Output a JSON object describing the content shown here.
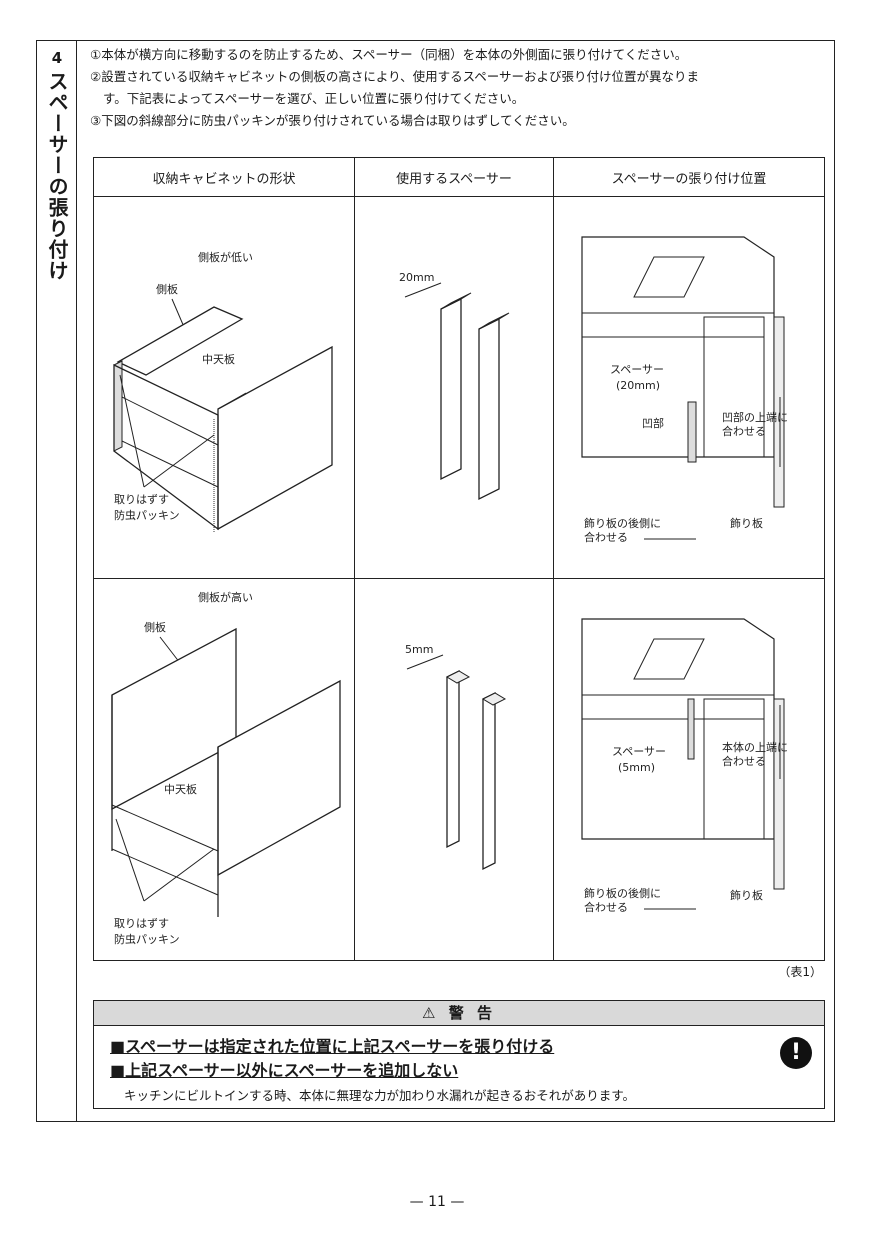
{
  "step": {
    "number": "4",
    "title": "スペーサーの張り付け"
  },
  "instructions": [
    "①本体が横方向に移動するのを防止するため、スペーサー（同梱）を本体の外側面に張り付けてください。",
    "②設置されている収納キャビネットの側板の高さにより、使用するスペーサーおよび張り付け位置が異なりま",
    "す。下記表によってスペーサーを選び、正しい位置に張り付けてください。",
    "③下図の斜線部分に防虫パッキンが張り付けされている場合は取りはずしてください。"
  ],
  "table": {
    "headers": [
      "収納キャビネットの形状",
      "使用するスペーサー",
      "スペーサーの張り付け位置"
    ],
    "rows": [
      {
        "cabinet": {
          "caption": "側板が低い",
          "side_label": "側板",
          "shelf_label": "中天板",
          "remove_label_1": "取りはずす",
          "remove_label_2": "防虫パッキン"
        },
        "spacer": {
          "size": "20mm"
        },
        "position": {
          "spacer_1": "スペーサー",
          "spacer_2": "(20mm)",
          "recess": "凹部",
          "align_top_1": "凹部の上端に",
          "align_top_2": "合わせる",
          "align_back_1": "飾り板の後側に",
          "align_back_2": "合わせる",
          "deco": "飾り板"
        }
      },
      {
        "cabinet": {
          "caption": "側板が高い",
          "side_label": "側板",
          "shelf_label": "中天板",
          "remove_label_1": "取りはずす",
          "remove_label_2": "防虫パッキン"
        },
        "spacer": {
          "size": "5mm"
        },
        "position": {
          "spacer_1": "スペーサー",
          "spacer_2": "(5mm)",
          "align_top_1": "本体の上端に",
          "align_top_2": "合わせる",
          "align_back_1": "飾り板の後側に",
          "align_back_2": "合わせる",
          "deco": "飾り板"
        }
      }
    ],
    "note": "（表1）"
  },
  "warning": {
    "title": "警 告",
    "line1": "■スペーサーは指定された位置に上記スペーサーを張り付ける",
    "line2": "■上記スペーサー以外にスペーサーを追加しない",
    "body": "キッチンにビルトインする時、本体に無理な力が加わり水漏れが起きるおそれがあります。"
  },
  "page_number": "— 11 —"
}
